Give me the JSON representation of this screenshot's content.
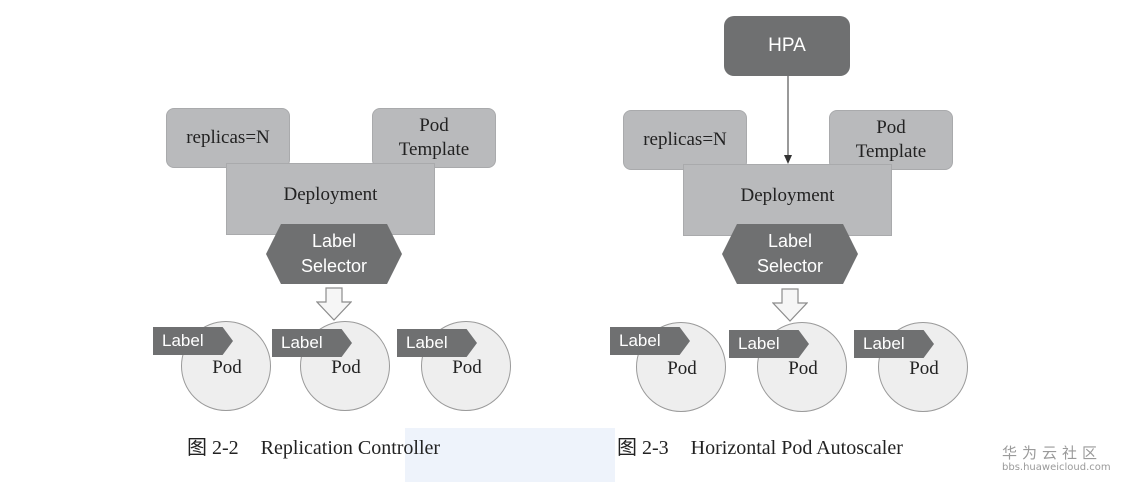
{
  "figures": [
    {
      "boxes": {
        "replicas": "replicas=N",
        "template_line1": "Pod",
        "template_line2": "Template",
        "deployment": "Deployment"
      },
      "selector": {
        "line1": "Label",
        "line2": "Selector"
      },
      "pods": [
        {
          "tag": "Label",
          "name": "Pod"
        },
        {
          "tag": "Label",
          "name": "Pod"
        },
        {
          "tag": "Label",
          "name": "Pod"
        }
      ],
      "caption": {
        "number": "图 2-2",
        "title": "Replication Controller"
      }
    },
    {
      "hpa": "HPA",
      "boxes": {
        "replicas": "replicas=N",
        "template_line1": "Pod",
        "template_line2": "Template",
        "deployment": "Deployment"
      },
      "selector": {
        "line1": "Label",
        "line2": "Selector"
      },
      "pods": [
        {
          "tag": "Label",
          "name": "Pod"
        },
        {
          "tag": "Label",
          "name": "Pod"
        },
        {
          "tag": "Label",
          "name": "Pod"
        }
      ],
      "caption": {
        "number": "图 2-3",
        "title": "Horizontal Pod Autoscaler"
      }
    }
  ],
  "watermark": {
    "brand": "华为云社区",
    "url": "bbs.huaweicloud.com"
  }
}
